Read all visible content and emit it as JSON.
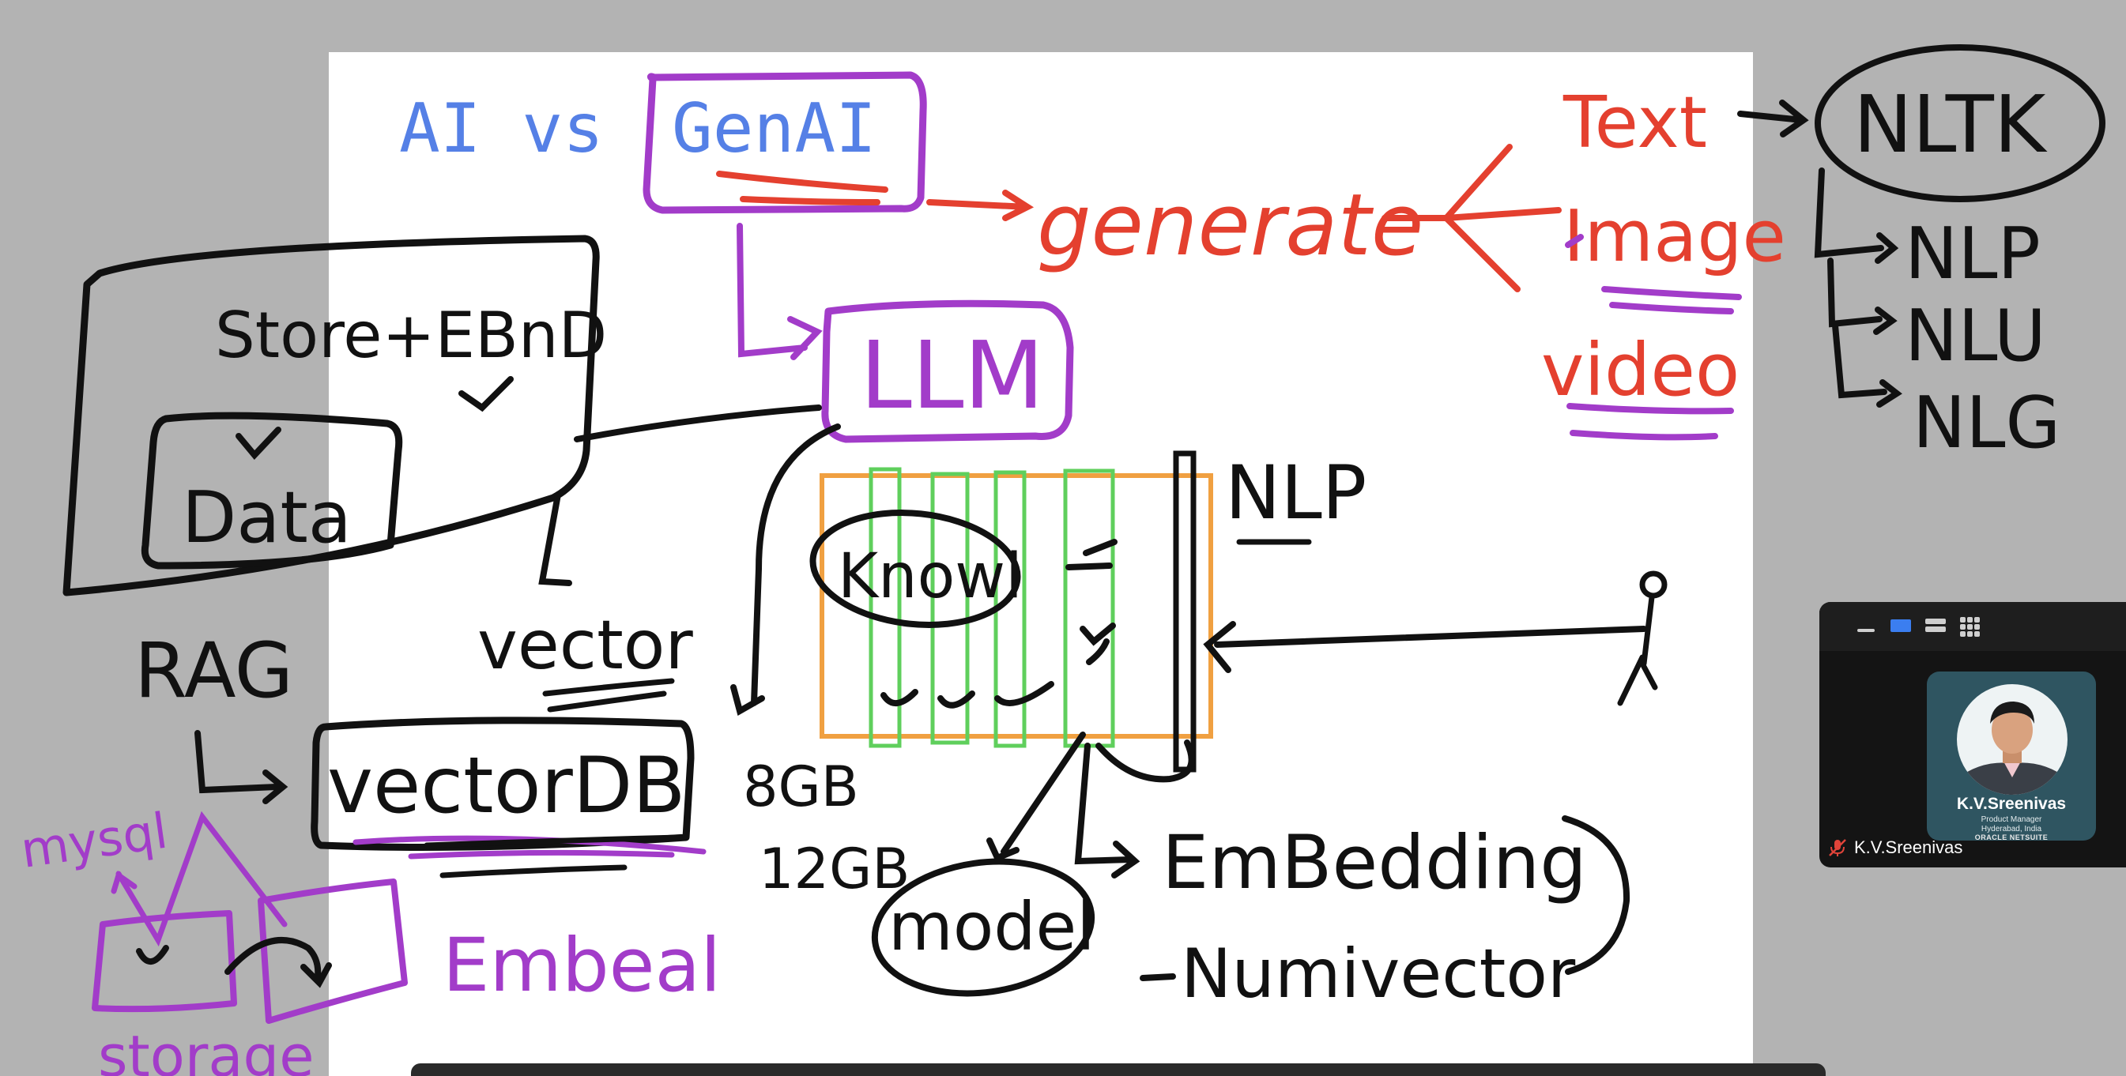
{
  "whiteboard": {
    "title_part1": "AI vs",
    "title_part2": "GenAI",
    "generate": "generate",
    "llm": "LLM",
    "text": "Text",
    "image": "Image",
    "video": "video",
    "nltk": "NLTK",
    "nltk_items": [
      "NLP",
      "NLU",
      "NLG"
    ],
    "store_embd": "Store+EBnD",
    "data": "Data",
    "rag": "RAG",
    "vector": "vector",
    "vectordb": "vectorDB",
    "mysql": "mysql",
    "embed": "Embeal",
    "storage": "storage",
    "knowl": "Knowl",
    "nlp": "NLP",
    "size1": "8GB",
    "size2": "12GB",
    "model": "model",
    "embedding": "EmBedding",
    "num_vector": "Numivector"
  },
  "colors": {
    "canvas_bg": "#b3b3b3",
    "paper": "#ffffff",
    "ink_black": "#111111",
    "ink_red": "#e4402f",
    "ink_purple": "#a23cc9",
    "ink_blue": "#5580e6",
    "ink_orange": "#f0a041",
    "ink_green": "#5fcf5c"
  },
  "video_panel": {
    "participant_name": "K.V.Sreenivas",
    "tile_name": "K.V.Sreenivas",
    "tile_role": "Product Manager",
    "tile_location": "Hyderabad, India",
    "tile_brand": "ORACLE NETSUITE",
    "toolbar_buttons": [
      "minimize-icon",
      "speaker-view-icon",
      "strip-view-icon",
      "gallery-view-icon"
    ]
  }
}
